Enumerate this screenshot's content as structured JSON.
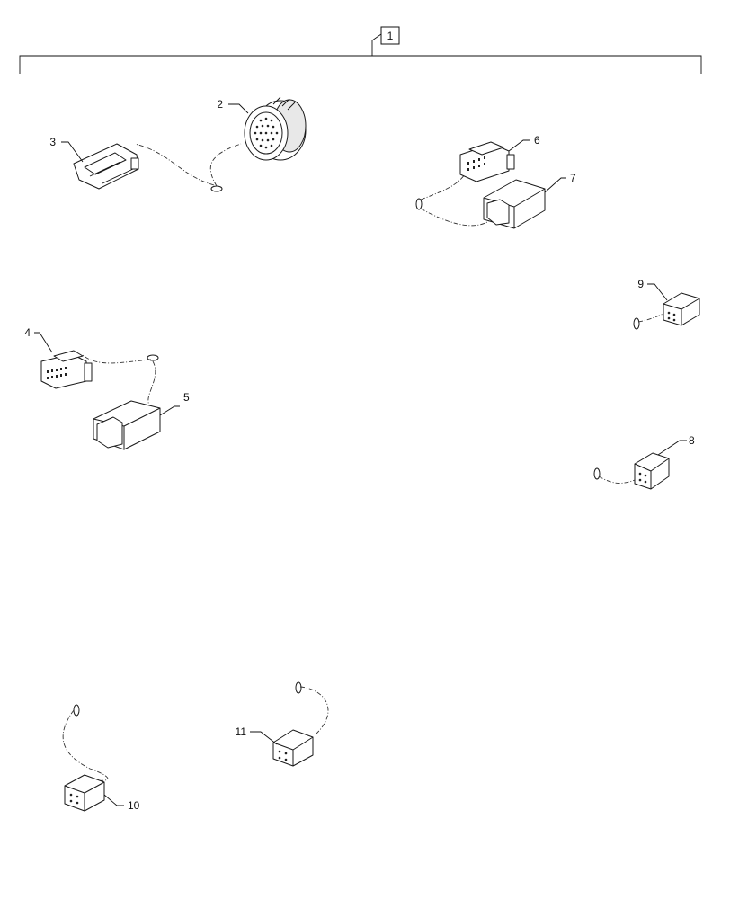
{
  "assembly_label": "1",
  "callouts": {
    "c2": "2",
    "c3": "3",
    "c4": "4",
    "c5": "5",
    "c6": "6",
    "c7": "7",
    "c8": "8",
    "c9": "9",
    "c10": "10",
    "c11": "11"
  },
  "colors": {
    "line": "#1a1a1a",
    "background": "#ffffff"
  }
}
